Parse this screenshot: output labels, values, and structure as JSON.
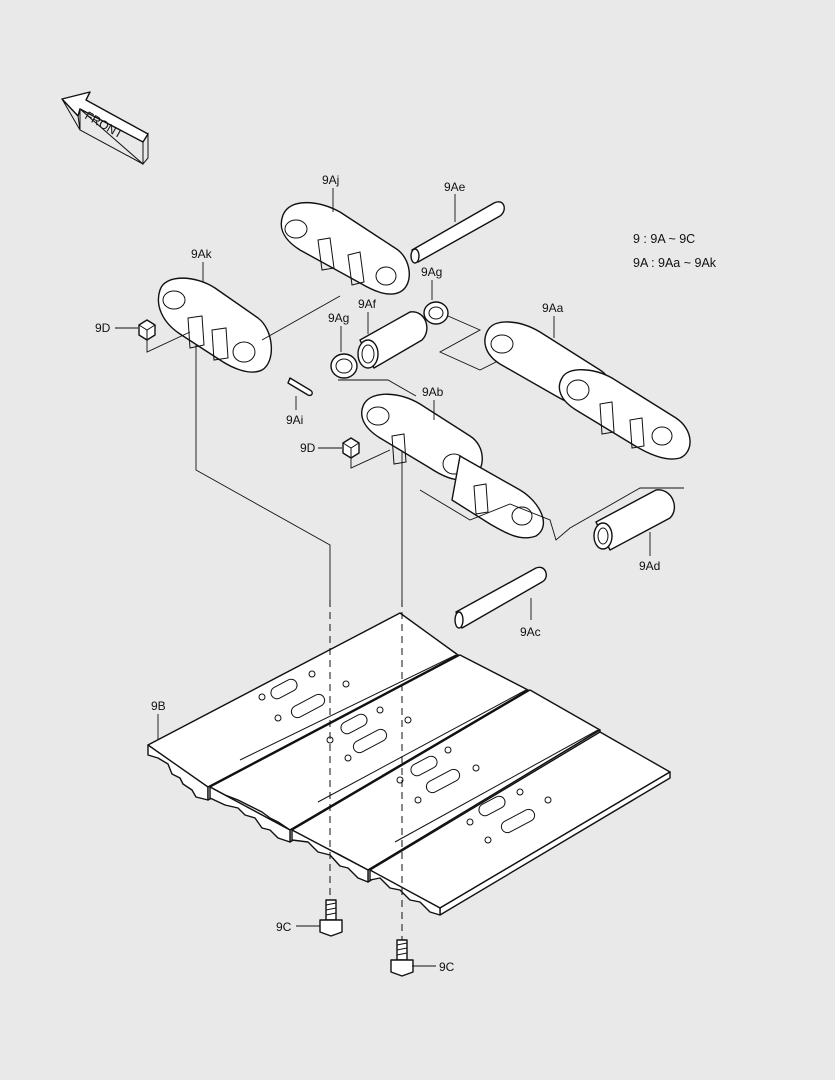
{
  "front_arrow": {
    "label": "FRONT",
    "icon": "front-arrow-icon"
  },
  "legend": {
    "line1": "9 : 9A ~ 9C",
    "line2": "9A : 9Aa ~ 9Ak"
  },
  "callouts": {
    "9Aj": "9Aj",
    "9Ae": "9Ae",
    "9Ag_top": "9Ag",
    "9Ak": "9Ak",
    "9D_left": "9D",
    "9Ag_left": "9Ag",
    "9Af": "9Af",
    "9Aa": "9Aa",
    "9Ai": "9Ai",
    "9Ab": "9Ab",
    "9D_mid": "9D",
    "9Ad": "9Ad",
    "9Ac": "9Ac",
    "9B": "9B",
    "9C_left": "9C",
    "9C_right": "9C"
  }
}
